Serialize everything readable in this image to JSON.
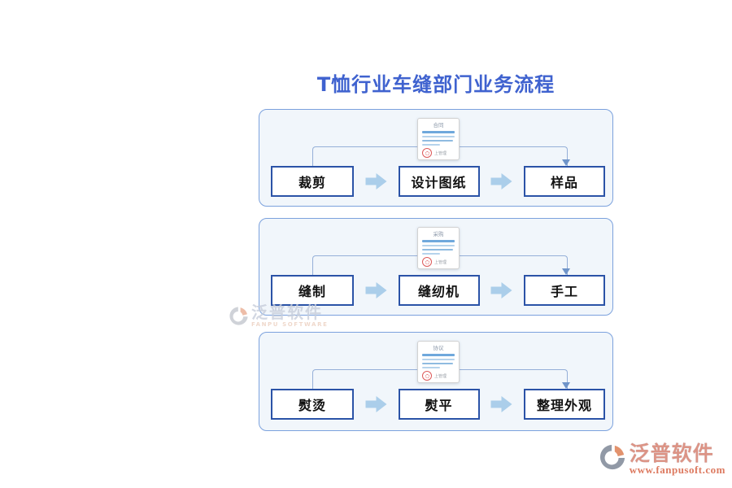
{
  "title": "T恤行业车缝部门业务流程",
  "panels": [
    {
      "doc_label": "合同",
      "seal_text": "上管理",
      "steps": [
        "裁剪",
        "设计图纸",
        "样品"
      ]
    },
    {
      "doc_label": "采购",
      "seal_text": "上管理",
      "steps": [
        "缝制",
        "缝纫机",
        "手工"
      ]
    },
    {
      "doc_label": "协议",
      "seal_text": "上管理",
      "steps": [
        "熨烫",
        "熨平",
        "整理外观"
      ]
    }
  ],
  "watermark_center": {
    "brand": "泛普软件",
    "subtitle": "FANPU SOFTWARE"
  },
  "watermark_corner": {
    "brand": "泛普软件",
    "url": "www.fanpusoft.com"
  },
  "colors": {
    "title-blue": "#3f62cf",
    "panel-border": "#7ba1dd",
    "panel-bg": "#f1f6fb",
    "box-border": "#2b53a7",
    "arrow-fill": "#abceea",
    "connector": "#95afd8",
    "connector-arrow": "#6f94c9",
    "doc-border": "#d2d2d2",
    "doc-line-dark": "#6fa8dc",
    "doc-line-mid": "#8fbbe0",
    "doc-line-light": "#b5d3ec",
    "seal-red": "#dd5a5a",
    "wm-gray": "#c7cedb",
    "wm-sub": "#eccfbf",
    "wm-salmon": "#dc9486",
    "wm-url": "#dd7a60",
    "wm-logo-gray": "#9199a6",
    "wm-logo-orange": "#e2926d"
  }
}
